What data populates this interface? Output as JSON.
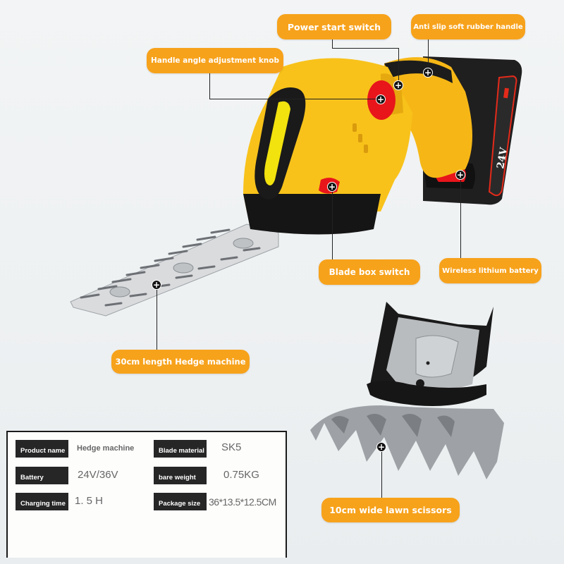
{
  "callouts": {
    "power_start_switch": "Power start switch",
    "anti_slip_handle": "Anti slip soft rubber handle",
    "handle_angle_knob": "Handle angle adjustment knob",
    "blade_box_switch": "Blade box switch",
    "wireless_battery": "Wireless lithium battery",
    "hedge_machine": "30cm length Hedge machine",
    "lawn_scissors": "10cm wide lawn scissors"
  },
  "battery_label": "24V",
  "specs": {
    "rows": [
      {
        "label": "Product name",
        "value": "Hedge machine"
      },
      {
        "label": "Blade material",
        "value": "SK5"
      },
      {
        "label": "Battery",
        "value": "24V/36V"
      },
      {
        "label": "bare weight",
        "value": "0.75KG"
      },
      {
        "label": "Charging time",
        "value": "1. 5 H"
      },
      {
        "label": "Package size",
        "value": "36*13.5*12.5CM"
      }
    ]
  },
  "colors": {
    "callout_orange": "#f7a21b",
    "body_yellow": "#f8c21a",
    "accent_red": "#e8151b",
    "label_dark": "#262626"
  }
}
